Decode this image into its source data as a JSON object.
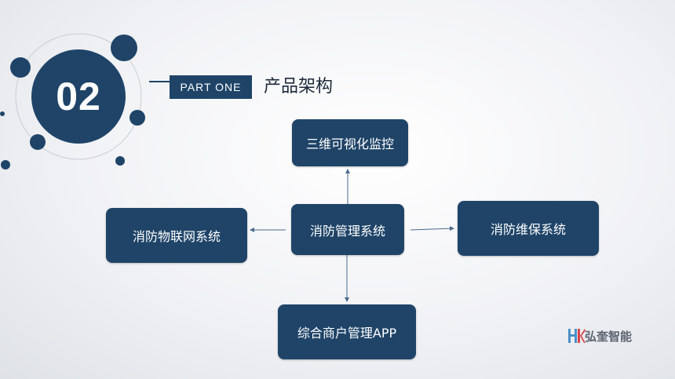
{
  "section": {
    "number": "02",
    "part_label": "PART   ONE",
    "title": "产品架构"
  },
  "diagram": {
    "nodes": {
      "top": "三维可视化监控",
      "center": "消防管理系统",
      "left": "消防物联网系统",
      "right": "消防维保系统",
      "bottom": "综合商户管理APP"
    },
    "edges": [
      {
        "from": "center",
        "to": "top"
      },
      {
        "from": "center",
        "to": "left"
      },
      {
        "from": "center",
        "to": "right"
      },
      {
        "from": "center",
        "to": "bottom"
      }
    ]
  },
  "logo": {
    "mark": "HK",
    "name": "弘奎智能"
  },
  "colors": {
    "primary": "#1f4468",
    "background": "#f1f2f5"
  }
}
